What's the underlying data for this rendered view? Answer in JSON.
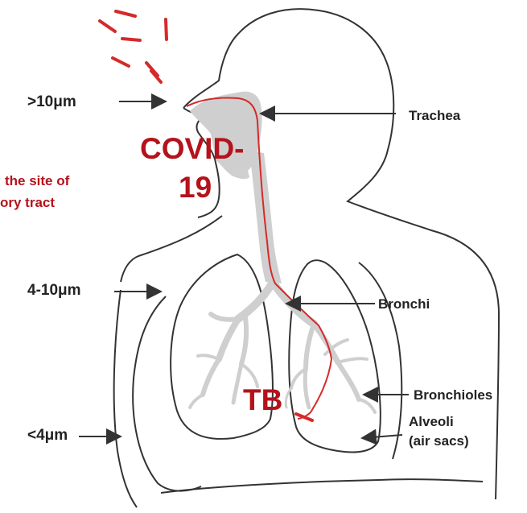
{
  "size_labels": {
    "gt10": ">10μm",
    "range4to10": "4-10μm",
    "lt4": "<4μm"
  },
  "anatomy_labels": {
    "trachea": "Trachea",
    "bronchi": "Bronchi",
    "bronchioles": "Bronchioles",
    "alveoli_line1": "Alveoli",
    "alveoli_line2": "(air sacs)"
  },
  "disease_labels": {
    "covid_line1": "COVID-",
    "covid_line2": "19",
    "tb": "TB",
    "cut_text_line1": "the site of",
    "cut_text_line2": "ory tract"
  },
  "colors": {
    "outline": "#333333",
    "airway_fill": "#cfcfcf",
    "path_red": "#d42a2a",
    "label_red": "#b5121b"
  },
  "icons": [
    "droplet-particles",
    "arrow-right",
    "arrow-left"
  ]
}
